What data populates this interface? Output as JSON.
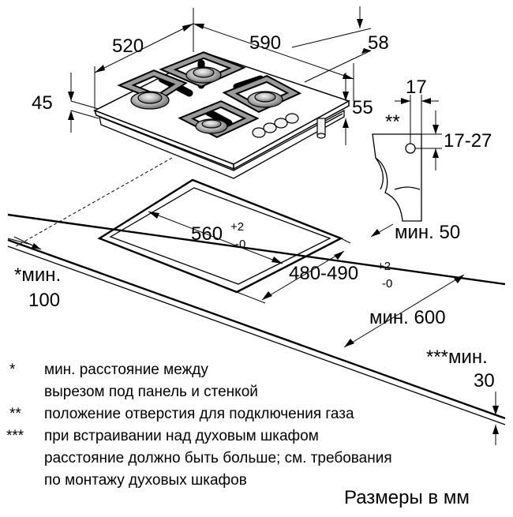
{
  "dimensions": {
    "width_520": "520",
    "width_590": "590",
    "depth_58": "58",
    "height_45": "45",
    "height_55": "55",
    "offset_17": "17",
    "range_17_27": "17-27",
    "cutout_560": "560",
    "cutout_560_tol_plus": "+2",
    "cutout_560_tol_minus": "-0",
    "cutout_480_490": "480-490",
    "cutout_480_490_tol_plus": "+2",
    "cutout_480_490_tol_minus": "-0",
    "min_50": "мин. 50",
    "min_600": "мин. 600",
    "min_100_prefix": "*мин.",
    "min_100_value": "100",
    "min_30_prefix": "***мин.",
    "min_30_value": "30",
    "gas_marker": "**"
  },
  "notes": [
    {
      "marker": "*",
      "lines": [
        "мин. расстояние между",
        "вырезом под панель и стенкой"
      ]
    },
    {
      "marker": "**",
      "lines": [
        "положение отверстия для подключения газа"
      ]
    },
    {
      "marker": "***",
      "lines": [
        "при встраивании над духовым шкафом",
        "расстояние должно быть больше; см. требования",
        "по монтажу духовых шкафов"
      ]
    }
  ],
  "units_caption": "Размеры в мм",
  "colors": {
    "line": "#000000",
    "burner_light": "#e6e6e6",
    "burner_dark": "#7a7a7a",
    "background": "#ffffff"
  }
}
